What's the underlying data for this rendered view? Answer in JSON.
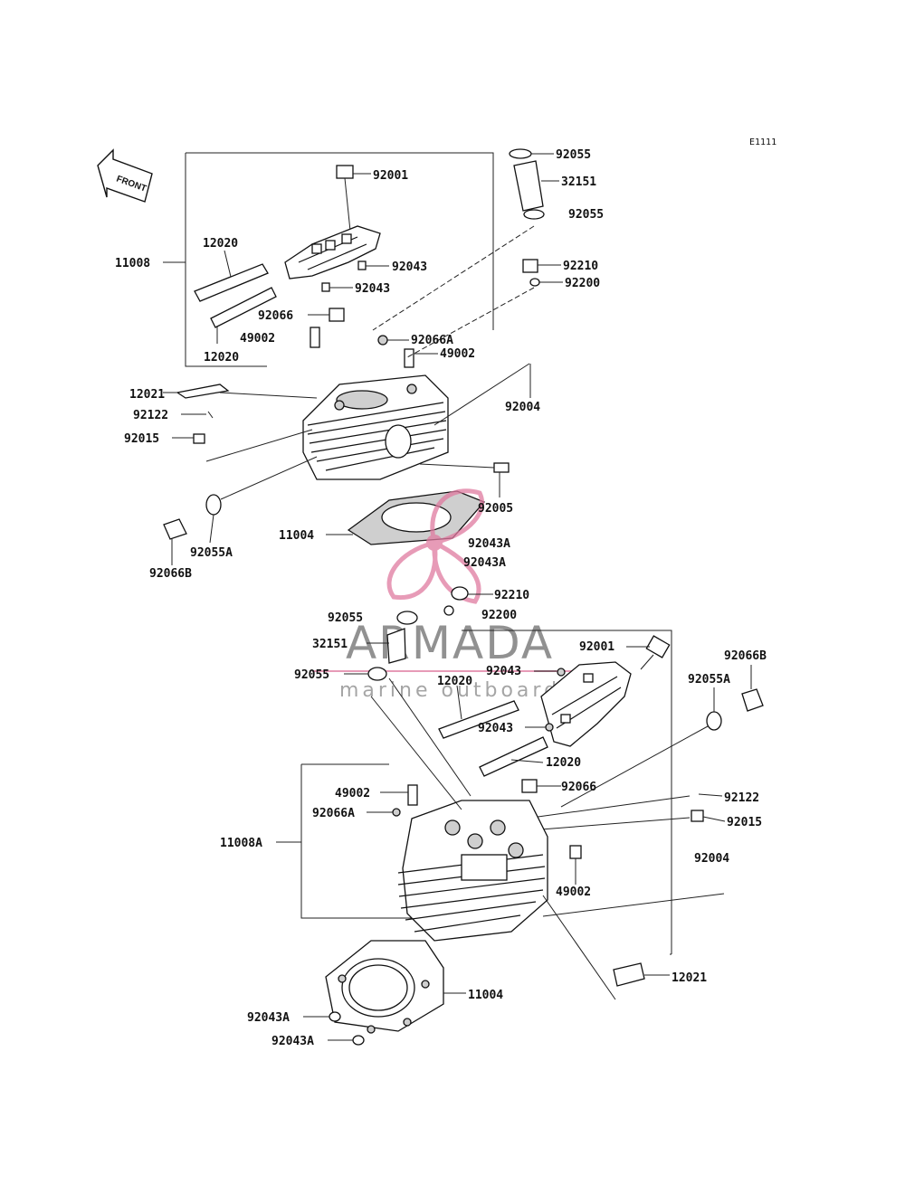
{
  "diagram_code": "E1111",
  "front_label": "FRONT",
  "watermark": {
    "title": "ARMADA",
    "subtitle": "marine outboard",
    "accent": "#e07aa0"
  },
  "labels": [
    "92055",
    "32151",
    "92055",
    "92001",
    "92043",
    "92043",
    "92210",
    "92200",
    "11008",
    "12020",
    "12020",
    "92066",
    "49002",
    "92066A",
    "49002",
    "12021",
    "92122",
    "92015",
    "92004",
    "92005",
    "11004",
    "92043A",
    "92043A",
    "92055A",
    "92066B",
    "92210",
    "92200",
    "92055",
    "32151",
    "92055",
    "92001",
    "92043",
    "12020",
    "92043",
    "12020",
    "92066B",
    "92055A",
    "92066",
    "92122",
    "92015",
    "92004",
    "49002",
    "92066A",
    "49002",
    "11008A",
    "12021",
    "11004",
    "92043A",
    "92043A"
  ]
}
